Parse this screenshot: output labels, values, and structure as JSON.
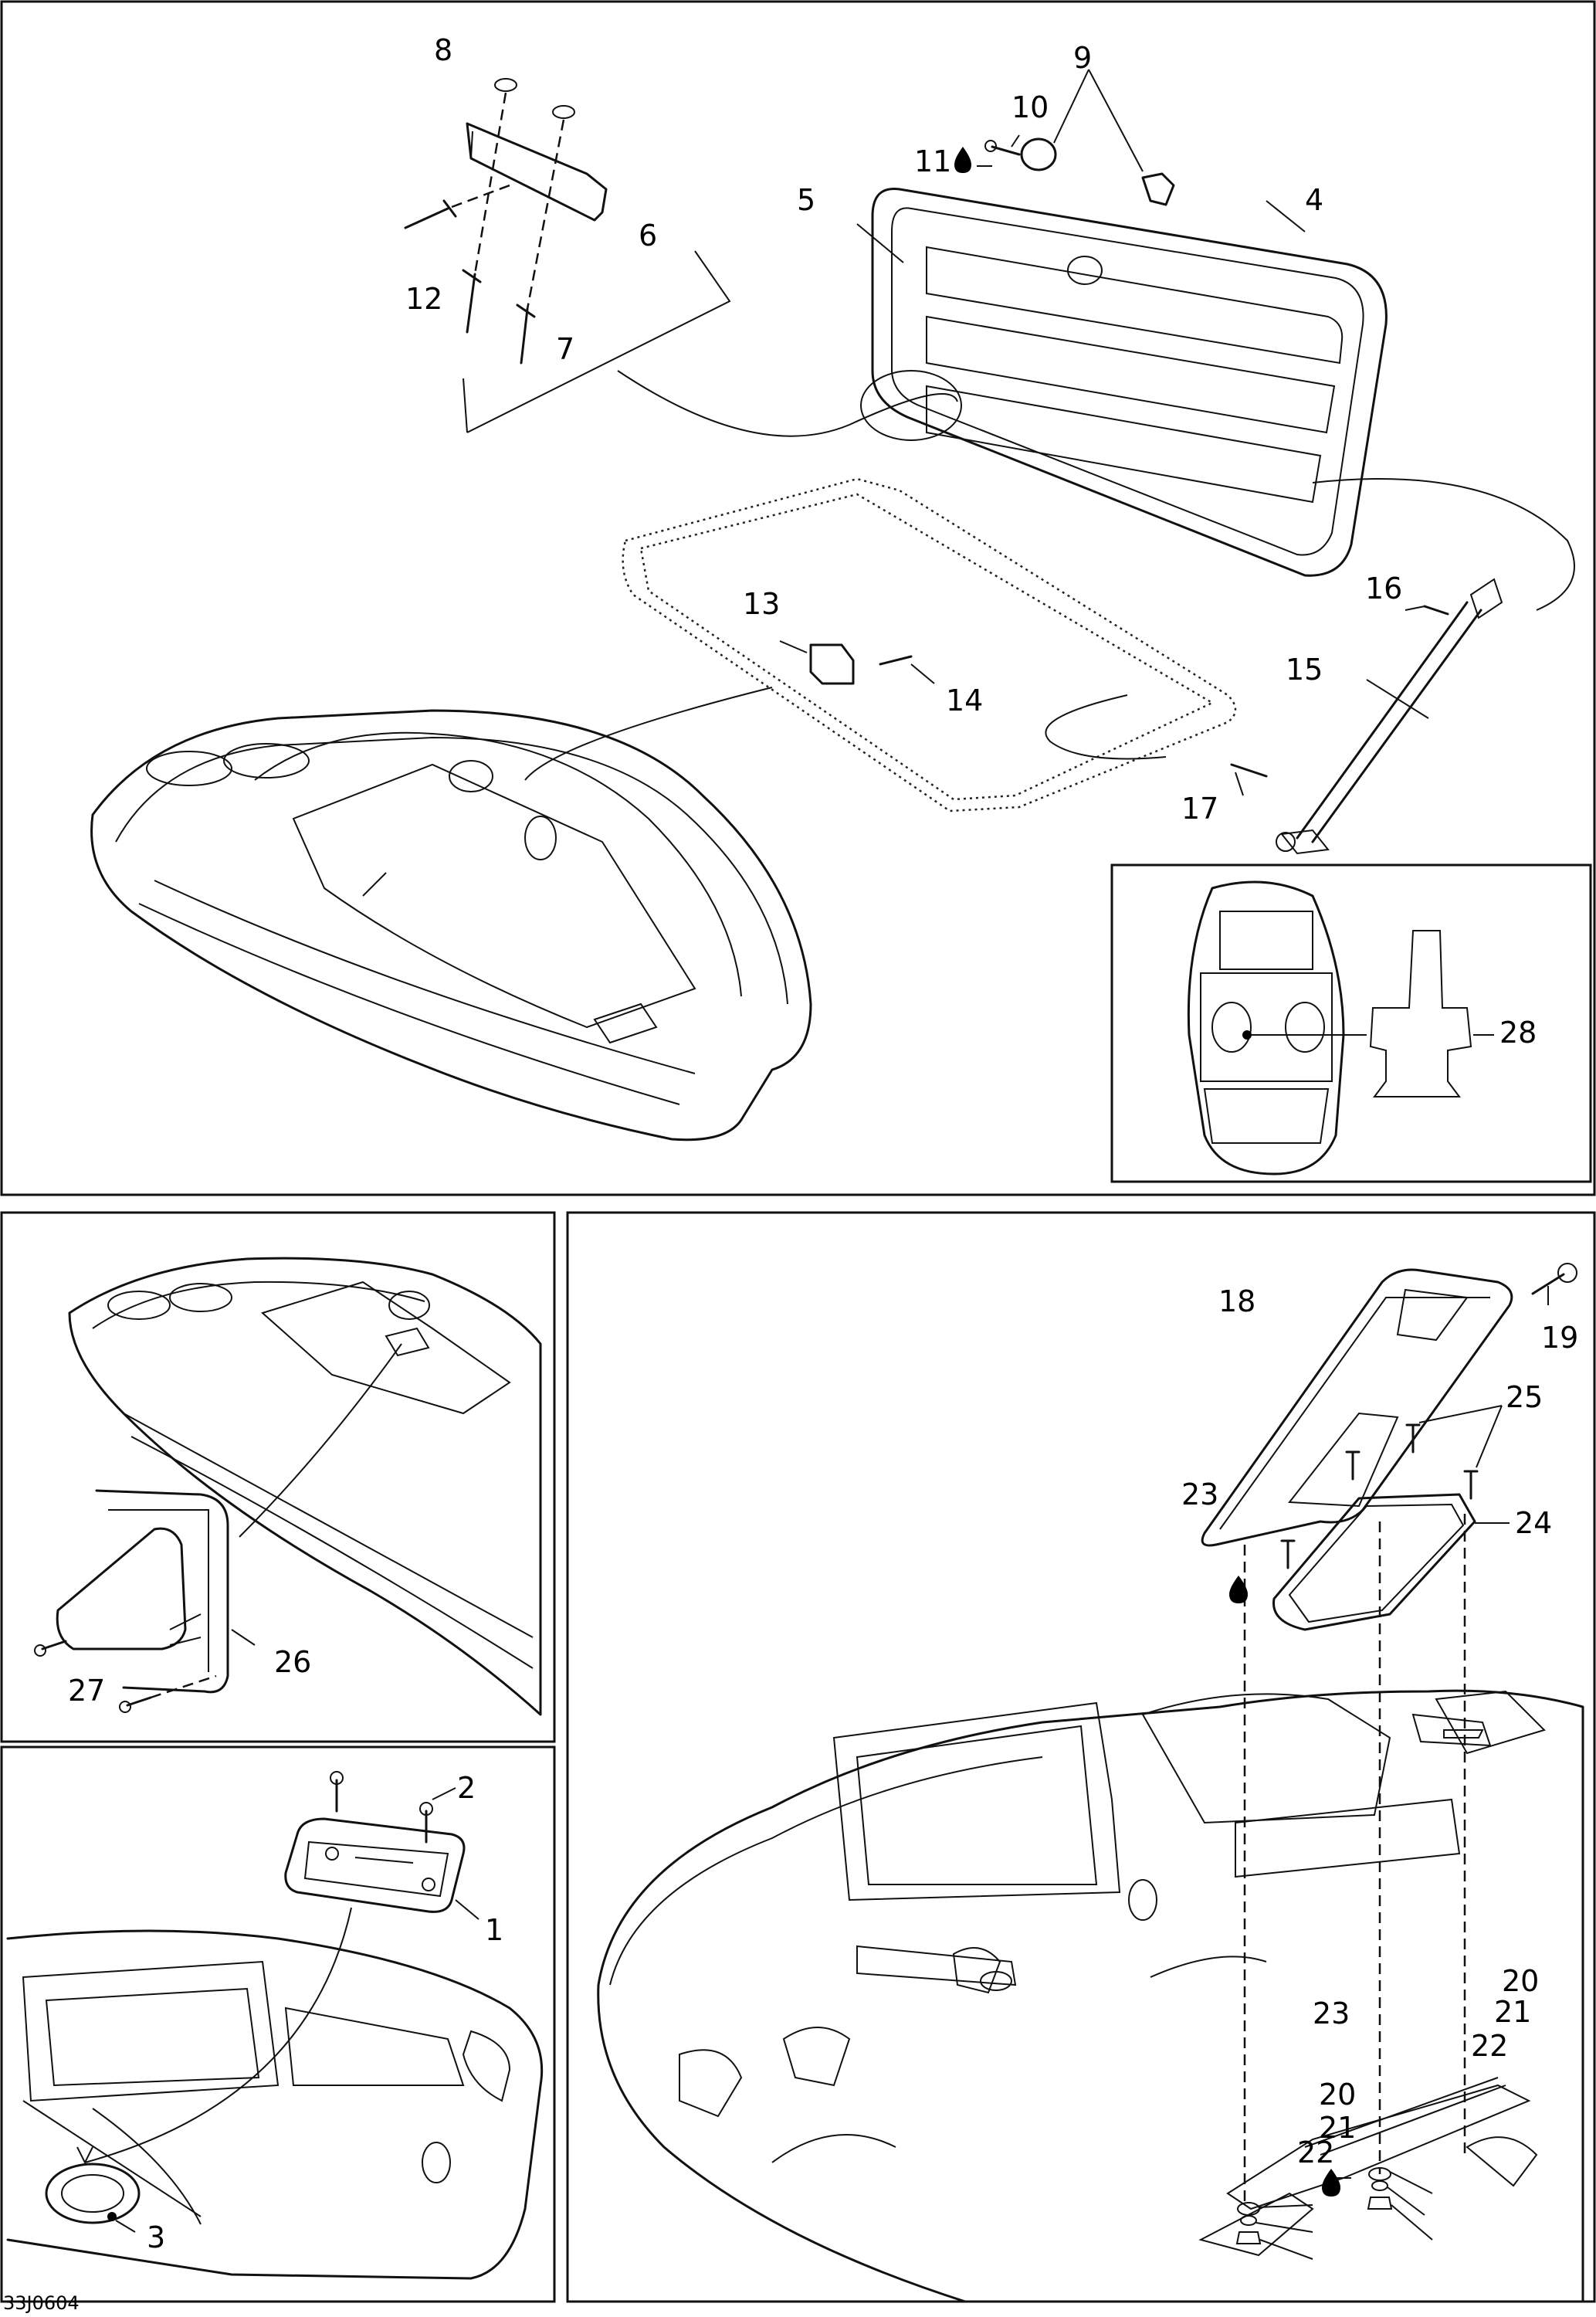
{
  "figure_code": "33J0604",
  "labels": {
    "p1": "1",
    "p2": "2",
    "p3": "3",
    "p4": "4",
    "p5": "5",
    "p6": "6",
    "p7": "7",
    "p8": "8",
    "p9": "9",
    "p10": "10",
    "p11": "11",
    "p12": "12",
    "p13": "13",
    "p14": "14",
    "p15": "15",
    "p16": "16",
    "p17": "17",
    "p18": "18",
    "p19": "19",
    "p20a": "20",
    "p20b": "20",
    "p21a": "21",
    "p21b": "21",
    "p22a": "22",
    "p22b": "22",
    "p23a": "23",
    "p23b": "23",
    "p24": "24",
    "p25": "25",
    "p26": "26",
    "p27": "27",
    "p28": "28"
  },
  "icons": {
    "sealant": "liquid-drop-icon"
  }
}
